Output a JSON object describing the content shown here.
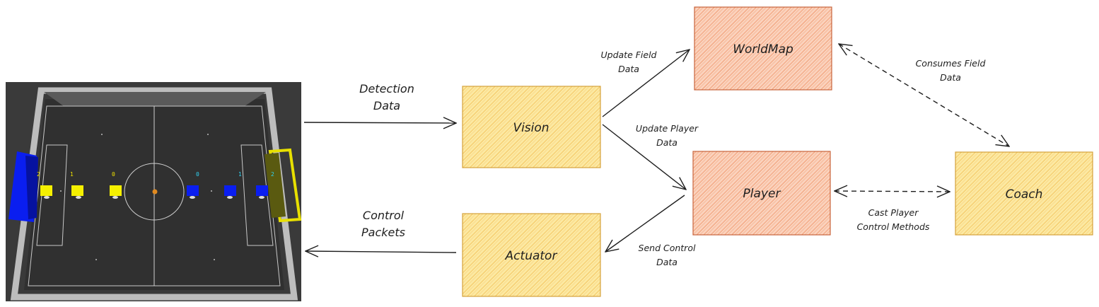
{
  "nodes": {
    "vision": {
      "label": "Vision",
      "style": "yellow"
    },
    "actuator": {
      "label": "Actuator",
      "style": "yellow"
    },
    "worldmap": {
      "label": "WorldMap",
      "style": "orange"
    },
    "player": {
      "label": "Player",
      "style": "orange"
    },
    "coach": {
      "label": "Coach",
      "style": "yellow"
    }
  },
  "edges": {
    "detection": {
      "line1": "Detection",
      "line2": "Data"
    },
    "control_packets": {
      "line1": "Control",
      "line2": "Packets"
    },
    "update_field": {
      "line1": "Update Field",
      "line2": "Data"
    },
    "update_player": {
      "line1": "Update Player",
      "line2": "Data"
    },
    "send_control": {
      "line1": "Send Control",
      "line2": "Data"
    },
    "consumes_field": {
      "line1": "Consumes Field",
      "line2": "Data"
    },
    "cast_player": {
      "line1": "Cast Player",
      "line2": "Control Methods"
    }
  },
  "field": {
    "yellow_numbers": [
      "2",
      "1",
      "0"
    ],
    "blue_numbers": [
      "0",
      "1",
      "2"
    ]
  },
  "colors": {
    "yellow_fill": "#fce9a2",
    "yellow_hatch": "#f0b84a",
    "yellow_stroke": "#d4a23c",
    "orange_fill": "#fbd2bd",
    "orange_hatch": "#ec8a5a",
    "orange_stroke": "#c8643c",
    "field_bg": "#3a3a3a",
    "team_yellow": "#f5f000",
    "team_blue": "#0a1ef0",
    "ball": "#e08a20",
    "blue_number": "#30d0f0"
  }
}
